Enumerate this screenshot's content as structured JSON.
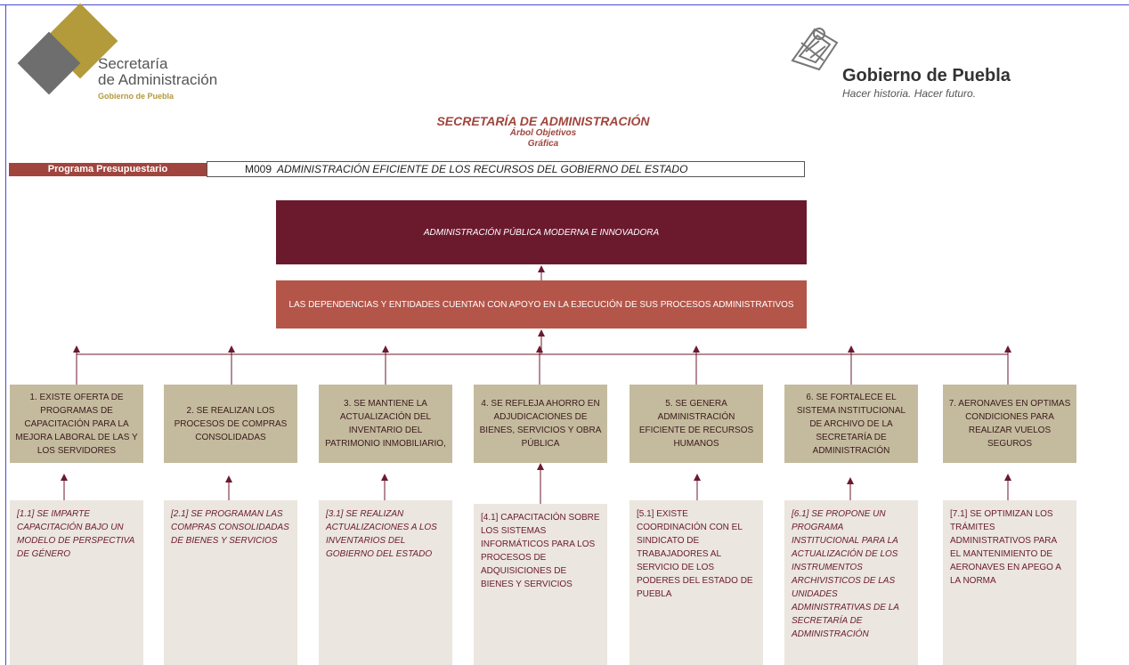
{
  "left_logo": {
    "line1": "Secretaría",
    "line2": "de Administración",
    "line3": "Gobierno de Puebla"
  },
  "right_logo": {
    "name": "Gobierno de Puebla",
    "slogan": "Hacer historia. Hacer futuro."
  },
  "header": {
    "title": "SECRETARÍA DE ADMINISTRACIÓN",
    "subtitle1": "Árbol Objetivos",
    "subtitle2": "Gráfica"
  },
  "program": {
    "label": "Programa Presupuestario",
    "code": "M009",
    "name": "ADMINISTRACIÓN EFICIENTE DE LOS RECURSOS DEL GOBIERNO DEL ESTADO"
  },
  "fin": "ADMINISTRACIÓN  PÚBLICA MODERNA  E INNOVADORA",
  "proposito": "LAS DEPENDENCIAS  Y ENTIDADES  CUENTAN  CON APOYO EN LA EJECUCIÓN  DE SUS PROCESOS ADMINISTRATIVOS",
  "components": [
    "1. EXISTE OFERTA DE PROGRAMAS DE CAPACITACIÓN PARA LA MEJORA LABORAL DE LAS Y LOS SERVIDORES",
    "2.  SE REALIZAN  LOS PROCESOS DE COMPRAS CONSOLIDADAS",
    "3. SE MANTIENE  LA ACTUALIZACIÓN  DEL INVENTARIO DEL PATRIMONIO INMOBILIARIO,",
    "4. SE REFLEJA  AHORRO EN ADJUDICACIONES  DE BIENES, SERVICIOS Y OBRA PÚBLICA",
    "5. SE GENERA ADMINISTRACIÓN EFICIENTE DE RECURSOS HUMANOS",
    "6. SE FORTALECE  EL SISTEMA INSTITUCIONAL DE ARCHIVO DE LA SECRETARÍA  DE ADMINISTRACIÓN",
    "7. AERONAVES  EN OPTIMAS CONDICIONES PARA REALIZAR VUELOS SEGUROS"
  ],
  "activities": [
    "[1.1] SE IMPARTE CAPACITACIÓN BAJO UN MODELO DE PERSPECTIVA  DE GÉNERO",
    "[2.1] SE PROGRAMAN LAS COMPRAS CONSOLIDADAS DE BIENES Y SERVICIOS",
    "[3.1] SE REALIZAN ACTUALIZACIONES  A LOS INVENTARIOS  DEL GOBIERNO  DEL ESTADO",
    "[4.1] CAPACITACIÓN SOBRE LOS SISTEMAS INFORMÁTICOS PARA LOS PROCESOS DE ADQUISICIONES DE BIENES Y SERVICIOS",
    "[5.1] EXISTE COORDINACIÓN CON EL SINDICATO DE TRABAJADORES AL SERVICIO DE LOS PODERES DEL ESTADO DE PUEBLA",
    "[6.1] SE PROPONE UN PROGRAMA INSTITUCIONAL  PARA LA ACTUALIZACIÓN DE LOS INSTRUMENTOS ARCHIVISTICOS DE LAS UNIDADES ADMINISTRATIVAS  DE LA SECRETARÍA  DE ADMINISTRACIÓN",
    "[7.1] SE OPTIMIZAN LOS TRÁMITES ADMINISTRATIVOS PARA EL MANTENIMIENTO  DE AERONAVES  EN APEGO A LA NORMA"
  ],
  "colors": {
    "fin": "#6b1a2e",
    "proposito": "#b45549",
    "component": "#c4bb9f",
    "activity": "#ebe6df",
    "accent": "#a0453d",
    "gold": "#b39a3a"
  }
}
